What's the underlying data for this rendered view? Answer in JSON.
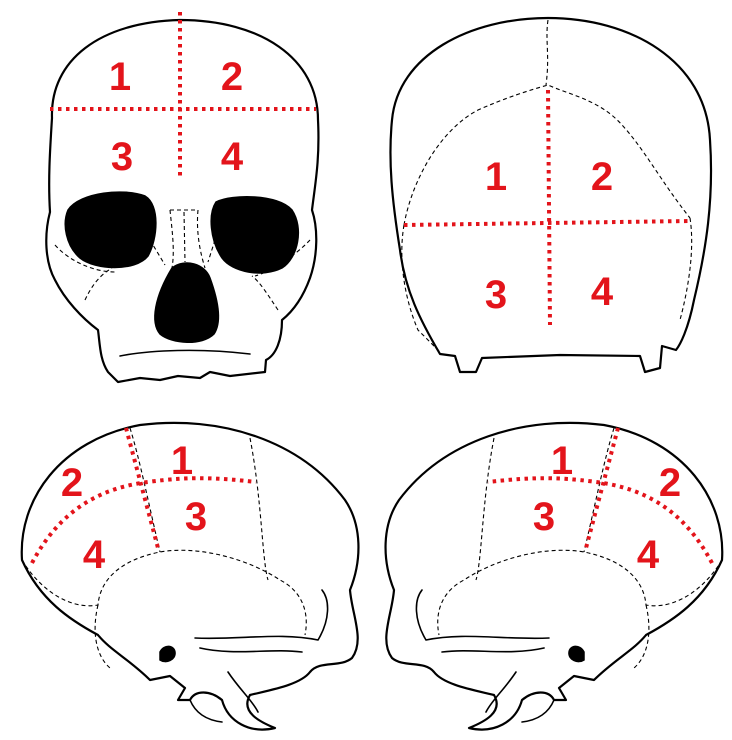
{
  "colors": {
    "region_label": "#e3141b",
    "grid_line": "#e3141b",
    "outline": "#000000"
  },
  "views": [
    {
      "labels": [
        "1",
        "2",
        "3",
        "4"
      ]
    },
    {
      "labels": [
        "1",
        "2",
        "3",
        "4"
      ]
    },
    {
      "labels": [
        "1",
        "2",
        "3",
        "4"
      ]
    },
    {
      "labels": [
        "1",
        "2",
        "3",
        "4"
      ]
    }
  ]
}
